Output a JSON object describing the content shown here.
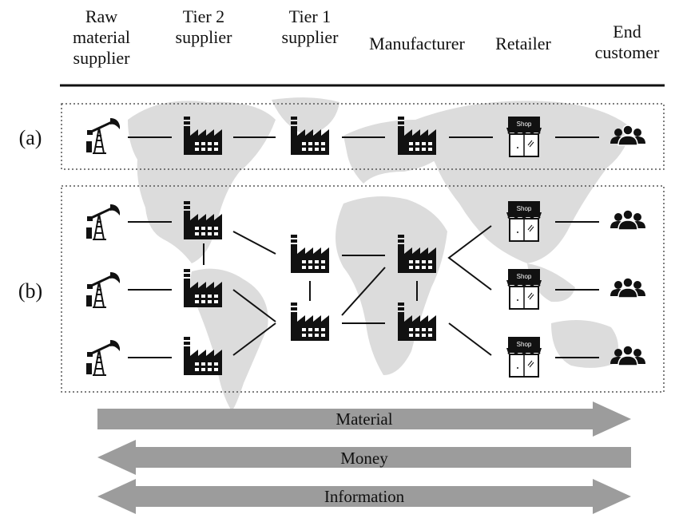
{
  "columns": [
    {
      "id": "raw",
      "lines": [
        "Raw",
        "material",
        "supplier"
      ]
    },
    {
      "id": "tier2",
      "lines": [
        "Tier 2",
        "supplier"
      ]
    },
    {
      "id": "tier1",
      "lines": [
        "Tier 1",
        "supplier"
      ]
    },
    {
      "id": "manufacturer",
      "lines": [
        "Manufacturer"
      ]
    },
    {
      "id": "retailer",
      "lines": [
        "Retailer"
      ]
    },
    {
      "id": "customer",
      "lines": [
        "End",
        "customer"
      ]
    }
  ],
  "rows": {
    "a": {
      "label": "(a)"
    },
    "b": {
      "label": "(b)"
    }
  },
  "shop_sign": "Shop",
  "flows": [
    {
      "id": "material",
      "label": "Material",
      "direction": "forward"
    },
    {
      "id": "money",
      "label": "Money",
      "direction": "backward"
    },
    {
      "id": "information",
      "label": "Information",
      "direction": "both"
    }
  ],
  "colors": {
    "map": "#dcdcdc",
    "arrow": "#9c9c9c",
    "icon": "#111111",
    "rule": "#111111"
  },
  "icons": {
    "raw": "oil-pump-icon",
    "tier2": "factory-icon",
    "tier1": "factory-icon",
    "manufacturer": "factory-icon",
    "retailer": "shop-icon",
    "customer": "people-group-icon"
  }
}
